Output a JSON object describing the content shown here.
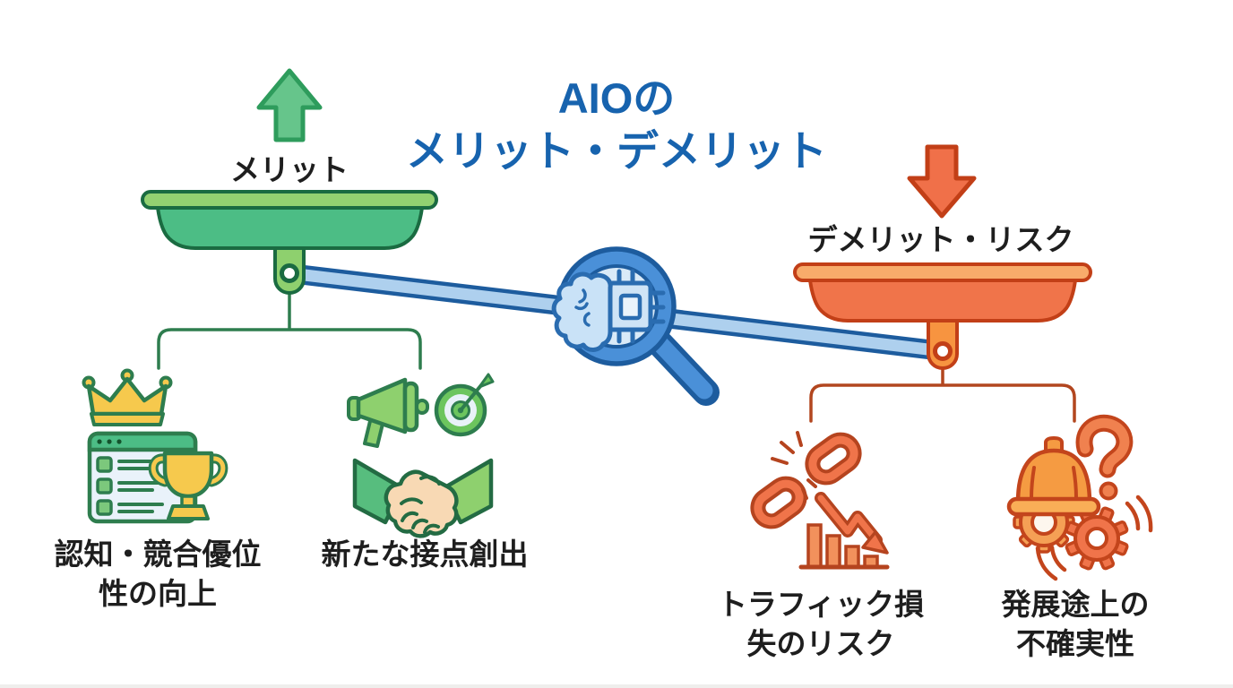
{
  "title": {
    "line1": "AIOの",
    "line2": "メリット・デメリット"
  },
  "scale": {
    "left_pan_label": "メリット",
    "right_pan_label": "デメリット・リスク",
    "left_direction_icon": "up-arrow-icon",
    "right_direction_icon": "down-arrow-icon",
    "center_icon": "magnifying-glass-ai-brain-chip-icon",
    "beam_icon": "balance-beam"
  },
  "merits": [
    {
      "icon": "crown-ranking-browser-trophy-icon",
      "line1": "認知・競合優位",
      "line2": "性の向上"
    },
    {
      "icon": "megaphone-target-handshake-icon",
      "line1": "新たな接点創出",
      "line2": ""
    }
  ],
  "demerits": [
    {
      "icon": "broken-link-declining-chart-icon",
      "line1": "トラフィック損",
      "line2": "失のリスク"
    },
    {
      "icon": "hardhat-gears-question-icon",
      "line1": "発展途上の",
      "line2": "不確実性"
    }
  ],
  "colors": {
    "title_blue": "#1763ae",
    "text_black": "#1e1e1e",
    "merit_green": "#4cbd85",
    "merit_green_light": "#8ed06e",
    "merit_green_dark": "#1a6b41",
    "branch_green": "#2e7d4e",
    "demerit_orange": "#f0744a",
    "demerit_orange_light": "#f8ab6b",
    "demerit_orange_dark": "#c23f17",
    "branch_orange": "#b2461f",
    "beam_blue_light": "#aed0ee",
    "beam_blue_dark": "#1d5c9e",
    "magnifier_blue": "#4a90d8",
    "accent_yellow": "#f6c94d",
    "skin_tone": "#f8d9b4"
  }
}
